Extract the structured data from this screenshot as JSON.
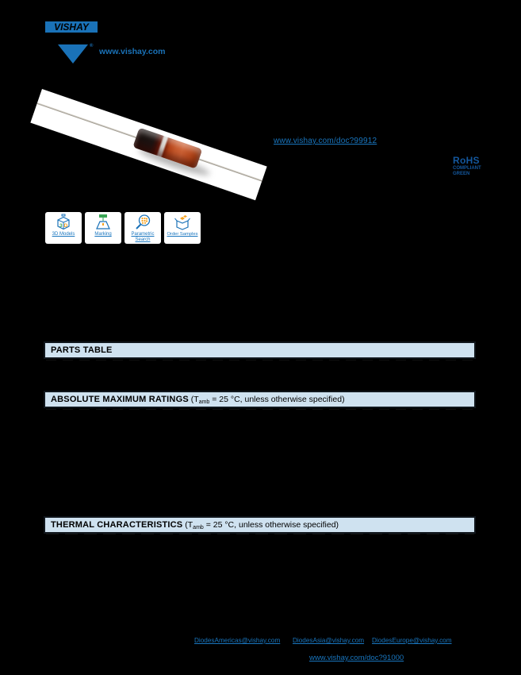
{
  "brand": {
    "logo_text": "VISHAY",
    "registered_mark": "®",
    "site_link": "www.vishay.com"
  },
  "links": {
    "features_doc_link": "www.vishay.com/doc?99912"
  },
  "compliance": {
    "line1": "RoHS",
    "line2": "COMPLIANT",
    "line3": "GREEN"
  },
  "design_tools": {
    "items": [
      {
        "label": "3D Models",
        "icon": "cube-3d-icon"
      },
      {
        "label": "Marking",
        "icon": "marking-icon"
      },
      {
        "label": "Parametric Search",
        "icon": "parametric-search-icon"
      },
      {
        "label": "Order Samples",
        "icon": "order-samples-icon"
      }
    ]
  },
  "sections": [
    {
      "title": "PARTS TABLE",
      "cond_pre": "",
      "cond_sub": "",
      "cond_post": ""
    },
    {
      "title": "ABSOLUTE MAXIMUM RATINGS",
      "cond_pre": " (T",
      "cond_sub": "amb",
      "cond_post": " = 25 °C, unless otherwise specified)"
    },
    {
      "title": "THERMAL CHARACTERISTICS",
      "cond_pre": " (T",
      "cond_sub": "amb",
      "cond_post": " = 25 °C, unless otherwise specified)"
    }
  ],
  "footer": {
    "email_americas": "DiodesAmericas@vishay.com",
    "email_asia": "DiodesAsia@vishay.com",
    "email_europe": "DiodesEurope@vishay.com",
    "doc_link": "www.vishay.com/doc?91000"
  },
  "colors": {
    "vishay_blue": "#1a72b8",
    "link_blue": "#1976bf",
    "section_header_bg": "#cfe2f0",
    "page_bg": "#000000"
  }
}
